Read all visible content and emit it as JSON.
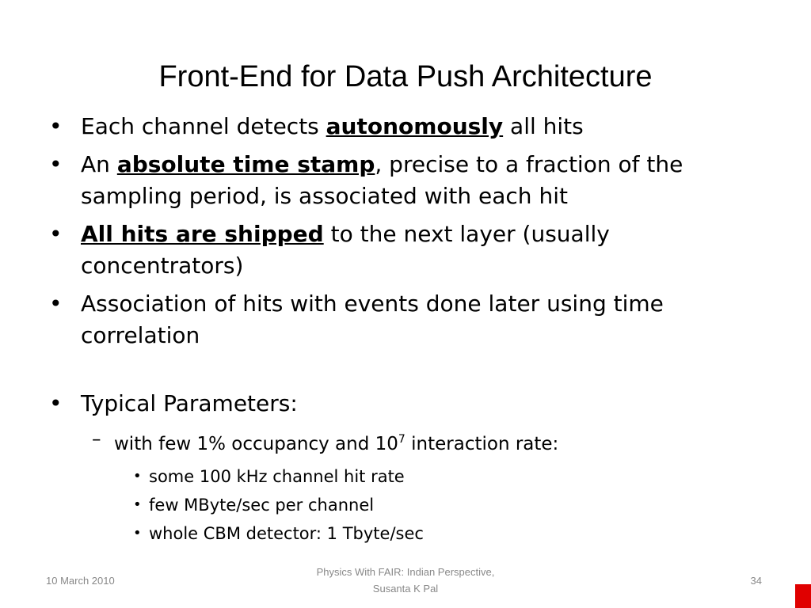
{
  "slide": {
    "title": "Front-End for Data Push Architecture",
    "bullets": {
      "b1": {
        "pre": "Each channel detects ",
        "em": "autonomously",
        "post": " all hits"
      },
      "b2": {
        "pre": "An ",
        "em": "absolute time stamp",
        "post": ", precise to a fraction of the sampling period, is associated with each hit"
      },
      "b3": {
        "pre": "",
        "em": "All hits are shipped",
        "post": " to the next layer (usually concentrators)"
      },
      "b4": {
        "text": "Association of hits with events done later using time correlation"
      },
      "b5": {
        "text": "Typical Parameters:"
      }
    },
    "sub": {
      "pre": "with few 1% occupancy and 10",
      "sup": "7",
      "post": " interaction rate:"
    },
    "subsub": [
      "some 100 kHz channel hit rate",
      "few MByte/sec per channel",
      "whole CBM detector: 1 Tbyte/sec"
    ]
  },
  "footer": {
    "date": "10 March 2010",
    "center_line1": "Physics With FAIR: Indian Perspective,",
    "center_line2": "Susanta K Pal",
    "page": "34"
  },
  "colors": {
    "accent": "#e00000"
  }
}
